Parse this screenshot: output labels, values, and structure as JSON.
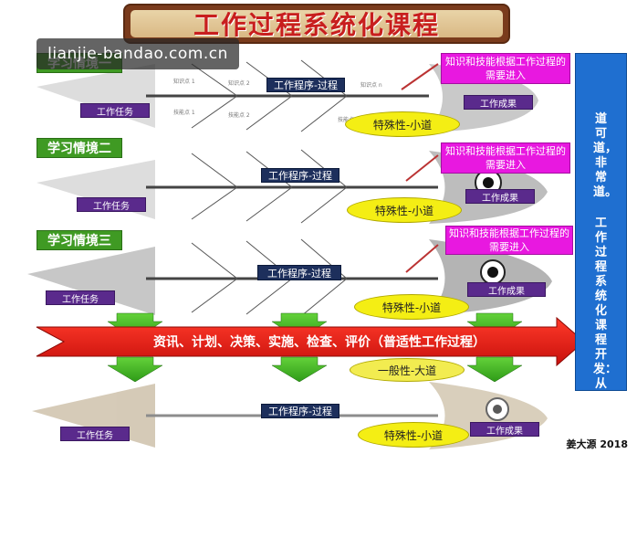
{
  "title": "工作过程系统化课程",
  "watermark": "lianjie-bandao.com.cn",
  "situations": [
    "学习情境一",
    "学习情境二",
    "学习情境三"
  ],
  "work_task": "工作任务",
  "work_procedure": "工作程序-过程",
  "work_result": "工作成果",
  "requirement_note": "知识和技能根据工作过程的需要进入",
  "special": "特殊性-小道",
  "general": "一般性-大道",
  "main_arrow": "资讯、计划、决策、实施、检查、评价（普适性工作过程）",
  "right_column": {
    "line1": "道可道，非常道。",
    "line2": "工作过程系统化课程开发：从必然王国走向自由王国"
  },
  "credit": "姜大源 2018",
  "knowledge_labels": {
    "k1": "知识点 1",
    "k2": "知识点 2",
    "kn": "知识点 n",
    "s1": "技能点 1",
    "s2": "技能点 2",
    "sn": "技能点 n"
  },
  "colors": {
    "situation_green": "#3f9a23",
    "purple": "#5a2a8c",
    "navy": "#1d2f5c",
    "magenta": "#e818e0",
    "yellow": "#f4ee14",
    "red_arrow": "#e21b1b",
    "blue_column": "#1f6fd0",
    "title_red": "#c81e1e"
  }
}
